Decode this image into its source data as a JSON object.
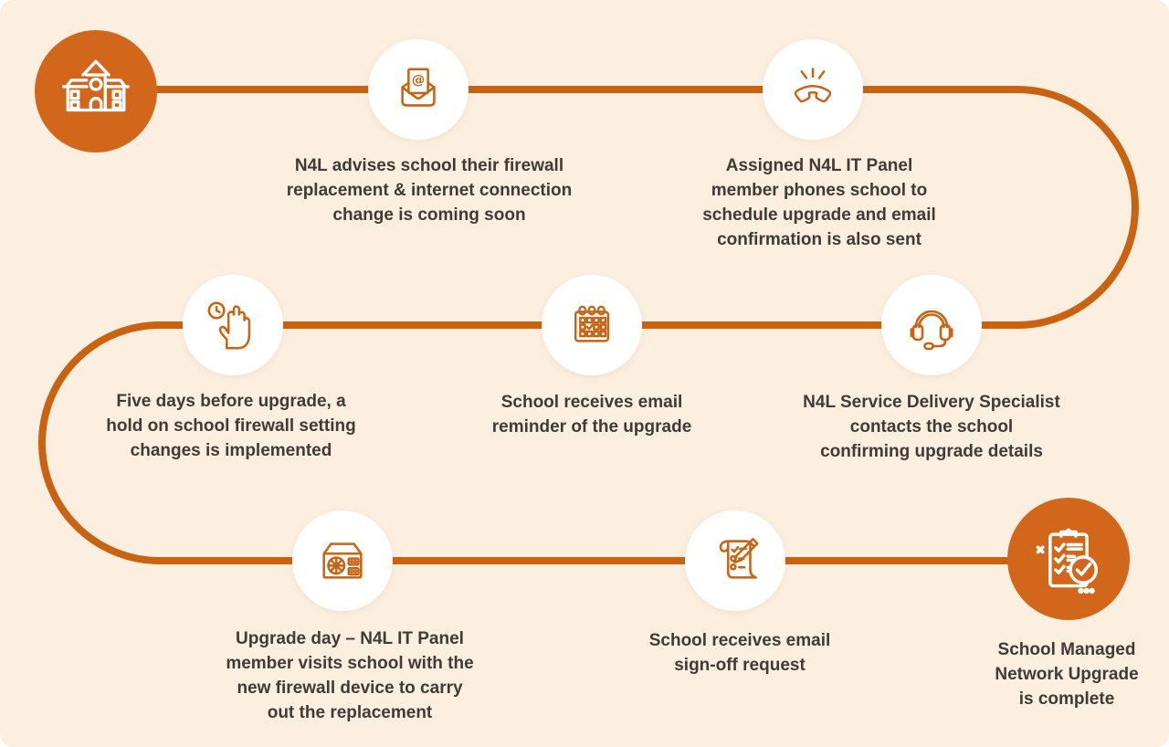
{
  "colors": {
    "bg": "#FCEFDF",
    "accent": "#C96211",
    "node": "#D2671B",
    "text": "#3F3B36",
    "card": "#FFFFFF"
  },
  "diagram": {
    "type": "process-flow-infographic",
    "shape": "s-curve serpentine path, 3 rows, left-to-right then right-to-left then left-to-right",
    "steps": [
      {
        "name": "school-start",
        "icon": "school-icon",
        "node_style": "filled-orange",
        "caption": ""
      },
      {
        "name": "advice-email",
        "icon": "email-at-icon",
        "node_style": "white",
        "caption": "N4L advises school their firewall\nreplacement & internet connection\nchange is coming soon"
      },
      {
        "name": "phone-call",
        "icon": "ringing-phone-icon",
        "node_style": "white",
        "caption": "Assigned N4L IT Panel\nmember phones school to\nschedule upgrade and email\nconfirmation is also sent"
      },
      {
        "name": "change-hold",
        "icon": "hand-clock-icon",
        "node_style": "white",
        "caption": "Five days before upgrade, a\nhold on school firewall setting\nchanges is implemented"
      },
      {
        "name": "email-reminder",
        "icon": "calendar-check-icon",
        "node_style": "white",
        "caption": "School receives email\nreminder of the upgrade"
      },
      {
        "name": "specialist-contact",
        "icon": "headset-icon",
        "node_style": "white",
        "caption": "N4L Service Delivery Specialist\ncontacts the school\nconfirming upgrade details"
      },
      {
        "name": "upgrade-day",
        "icon": "firewall-device-icon",
        "node_style": "white",
        "caption": "Upgrade day – N4L IT Panel\nmember visits school with the\nnew firewall device to carry\nout the replacement"
      },
      {
        "name": "sign-off",
        "icon": "signoff-checklist-pen-icon",
        "node_style": "white",
        "caption": "School receives email\nsign-off request"
      },
      {
        "name": "complete",
        "icon": "clipboard-check-icon",
        "node_style": "filled-orange",
        "caption": "School Managed\nNetwork Upgrade\nis complete"
      }
    ]
  }
}
